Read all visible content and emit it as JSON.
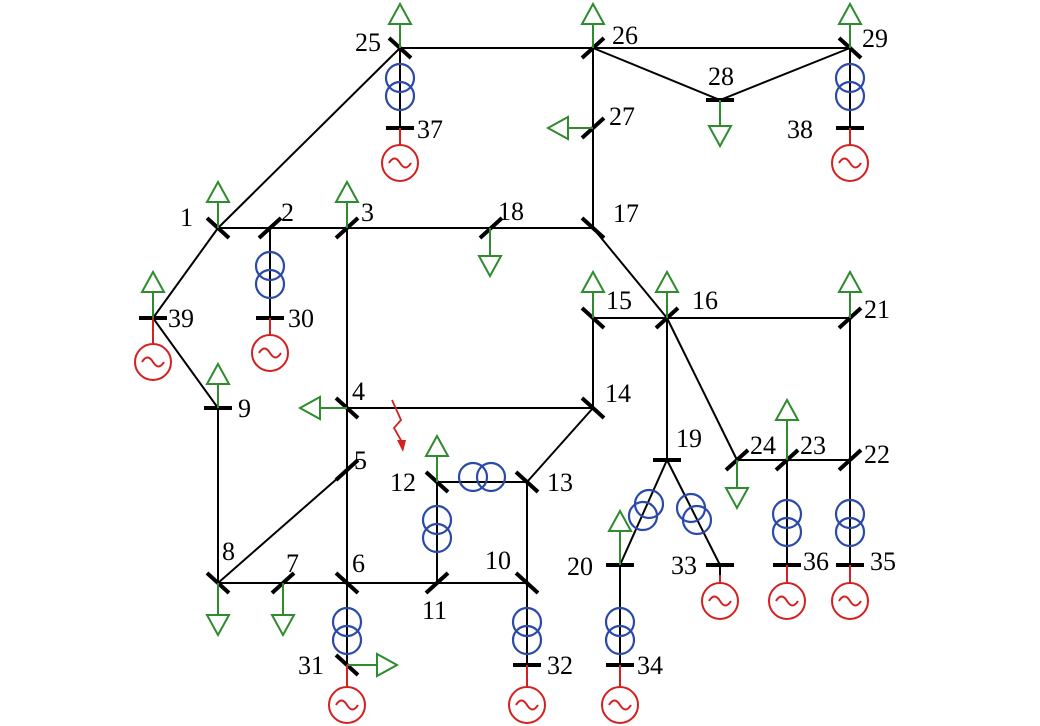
{
  "diagram": {
    "bus_labels": {
      "b1": "1",
      "b2": "2",
      "b3": "3",
      "b4": "4",
      "b5": "5",
      "b6": "6",
      "b7": "7",
      "b8": "8",
      "b9": "9",
      "b10": "10",
      "b11": "11",
      "b12": "12",
      "b13": "13",
      "b14": "14",
      "b15": "15",
      "b16": "16",
      "b17": "17",
      "b18": "18",
      "b19": "19",
      "b20": "20",
      "b21": "21",
      "b22": "22",
      "b23": "23",
      "b24": "24",
      "b25": "25",
      "b26": "26",
      "b27": "27",
      "b28": "28",
      "b29": "29",
      "b30": "30",
      "b31": "31",
      "b32": "32",
      "b33": "33",
      "b34": "34",
      "b35": "35",
      "b36": "36",
      "b37": "37",
      "b38": "38",
      "b39": "39"
    },
    "colors": {
      "line": "#000000",
      "load": "#2e8b2e",
      "generator": "#d42020",
      "transformer": "#2a49a8",
      "fault": "#d42020"
    }
  }
}
